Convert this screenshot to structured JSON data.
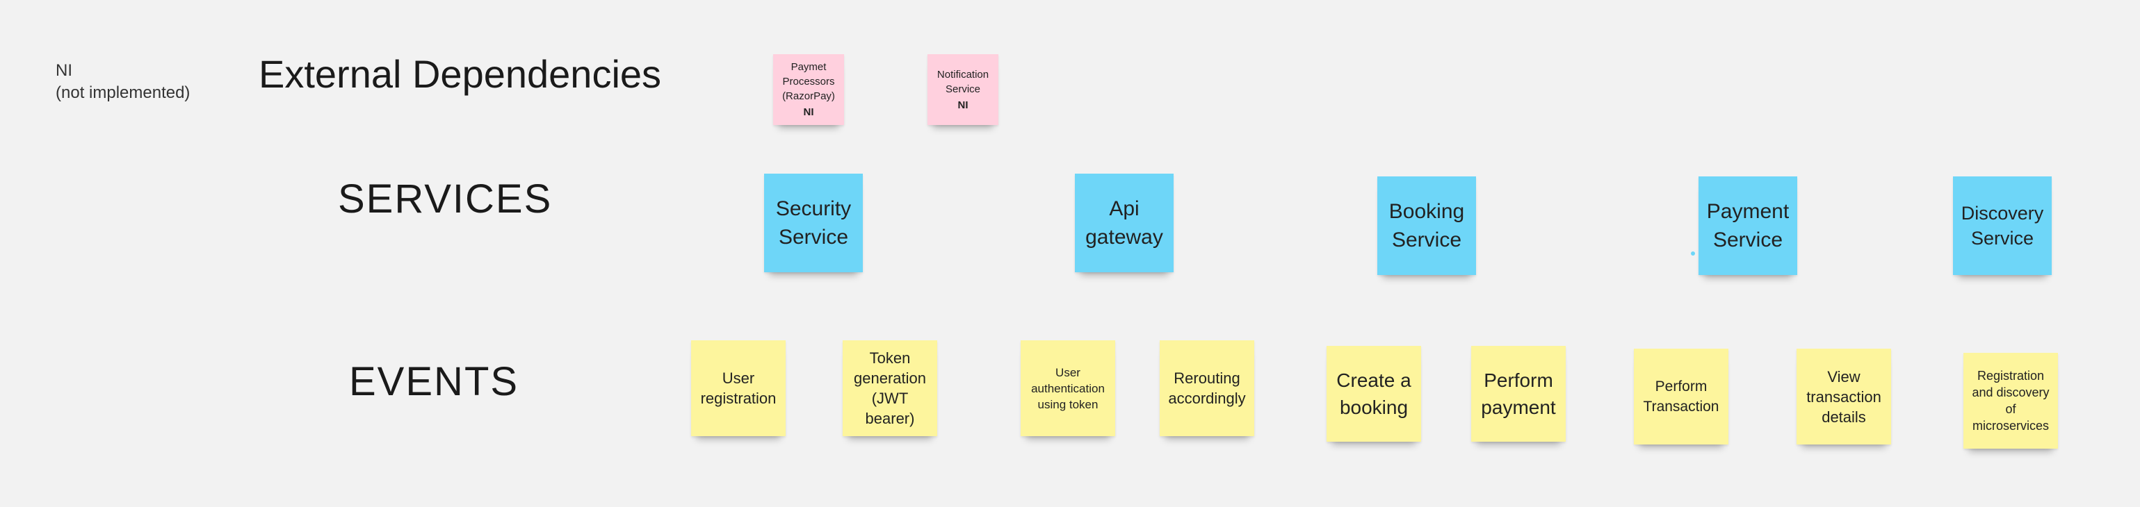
{
  "legend": {
    "line1": "NI",
    "line2": "(not implemented)"
  },
  "rows": {
    "external": "External Dependencies",
    "services": "SERVICES",
    "events": "EVENTS"
  },
  "external_dependencies": [
    {
      "label": "Paymet Processors (RazorPay)",
      "badge": "NI"
    },
    {
      "label": "Notification Service",
      "badge": "NI"
    }
  ],
  "services": [
    {
      "label": "Security Service"
    },
    {
      "label": "Api gateway"
    },
    {
      "label": "Booking Service"
    },
    {
      "label": "Payment Service"
    },
    {
      "label": "Discovery Service"
    }
  ],
  "events": [
    {
      "label": "User registration"
    },
    {
      "label": "Token generation (JWT bearer)"
    },
    {
      "label": "User authentication using token"
    },
    {
      "label": "Rerouting accordingly"
    },
    {
      "label": "Create a booking"
    },
    {
      "label": "Perform payment"
    },
    {
      "label": "Perform Transaction"
    },
    {
      "label": "View transaction details"
    },
    {
      "label": "Registration and discovery of microservices"
    }
  ],
  "colors": {
    "background": "#f2f2f2",
    "external_sticky": "#ffd0de",
    "service_sticky": "#6ed6f8",
    "event_sticky": "#fdf59d"
  }
}
